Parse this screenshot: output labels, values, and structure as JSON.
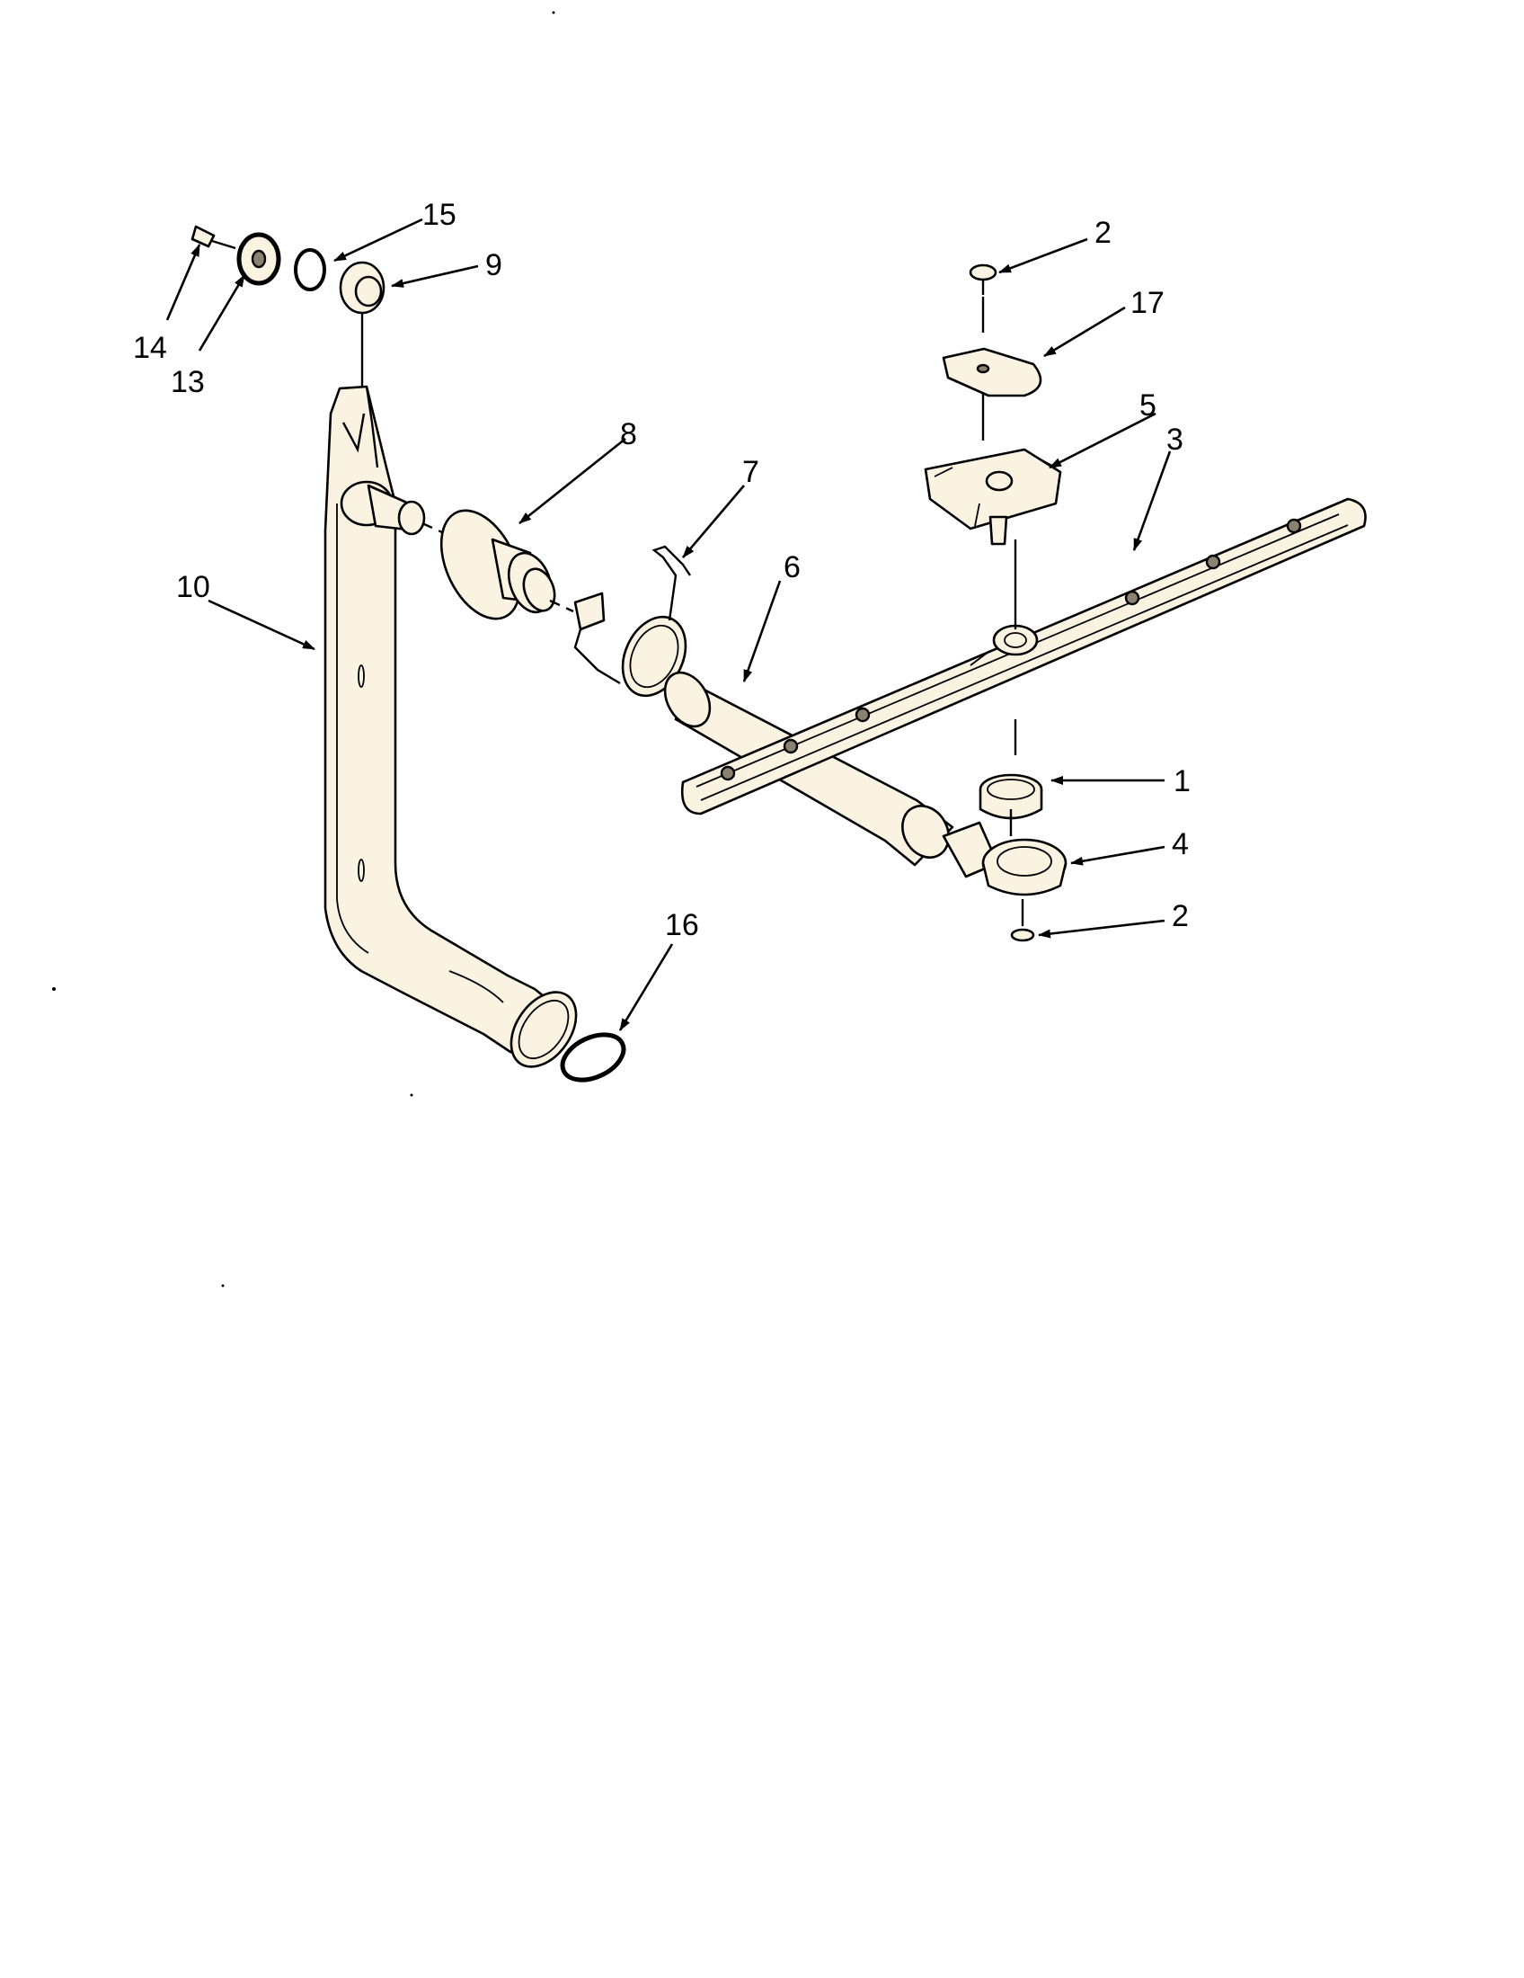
{
  "callouts": {
    "c1": "1",
    "c2_top": "2",
    "c2_bottom": "2",
    "c3": "3",
    "c4": "4",
    "c5": "5",
    "c6": "6",
    "c7": "7",
    "c8": "8",
    "c9": "9",
    "c10": "10",
    "c13": "13",
    "c14": "14",
    "c15": "15",
    "c16": "16",
    "c17": "17"
  }
}
